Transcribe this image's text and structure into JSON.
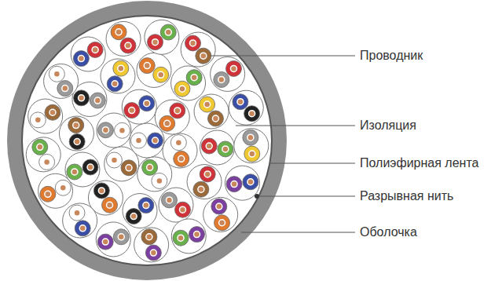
{
  "diagram": {
    "labels": [
      "Проводник",
      "Изоляция",
      "Полиэфирная лента",
      "Разрывная нить",
      "Оболочка"
    ]
  }
}
